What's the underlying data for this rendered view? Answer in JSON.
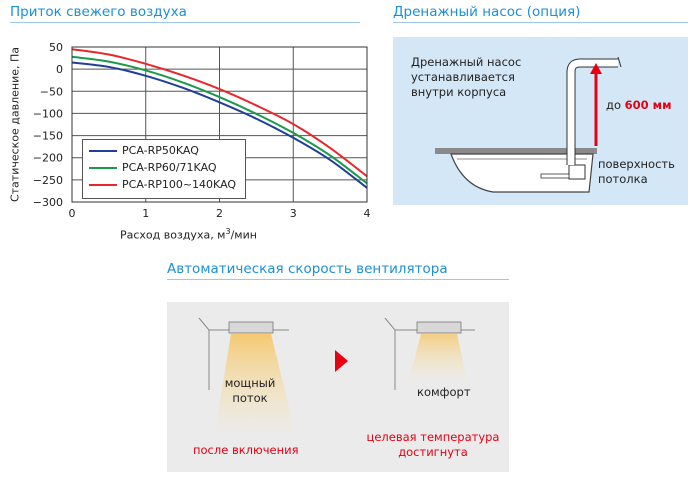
{
  "sections": {
    "air_intake_title": "Приток свежего воздуха",
    "drain_title": "Дренажный насос (опция)",
    "fan_title": "Автоматическая скорость вентилятора"
  },
  "chart_data": {
    "type": "line",
    "xlabel": "Расход воздуха, м³/мин",
    "xlabel_main": "Расход воздуха, м",
    "xlabel_sup": "3",
    "xlabel_tail": "/мин",
    "ylabel": "Статическое давление, Па",
    "xlim": [
      0,
      4
    ],
    "ylim": [
      -300,
      50
    ],
    "x_ticks": [
      "0",
      "1",
      "2",
      "3",
      "4"
    ],
    "y_ticks": [
      "50",
      "0",
      "−50",
      "−100",
      "−150",
      "−200",
      "−250",
      "−300"
    ],
    "grid": true,
    "legend_position": "bottom-left",
    "series": [
      {
        "name": "PCA-RP50KAQ",
        "color": "#1f3f99",
        "x": [
          0,
          0.5,
          1,
          1.5,
          2,
          2.5,
          3,
          3.5,
          4
        ],
        "y": [
          15,
          5,
          -15,
          -42,
          -75,
          -112,
          -155,
          -205,
          -268
        ]
      },
      {
        "name": "PCA-RP60/71KAQ",
        "color": "#1a9a4a",
        "x": [
          0,
          0.5,
          1,
          1.5,
          2,
          2.5,
          3,
          3.5,
          4
        ],
        "y": [
          28,
          17,
          -3,
          -30,
          -63,
          -101,
          -144,
          -195,
          -258
        ]
      },
      {
        "name": "PCA-RP100~140KAQ",
        "color": "#e8262b",
        "x": [
          0,
          0.5,
          1,
          1.5,
          2,
          2.5,
          3,
          3.5,
          4
        ],
        "y": [
          45,
          33,
          12,
          -14,
          -45,
          -82,
          -124,
          -178,
          -242
        ]
      }
    ]
  },
  "drain": {
    "label_lines": [
      "Дренажный насос",
      "устанавливается",
      "внутри корпуса"
    ],
    "height_prefix": "до ",
    "height_value": "600 мм",
    "ceiling_lines": [
      "поверхность",
      "потолка"
    ]
  },
  "fan_speed": {
    "left_label_lines": [
      "мощный",
      "поток"
    ],
    "right_label": "комфорт",
    "left_caption": "после включения",
    "right_caption_lines": [
      "целевая температура",
      "достигнута"
    ]
  },
  "colors": {
    "title_blue": "#1c8fd8",
    "accent_red": "#e60012"
  }
}
